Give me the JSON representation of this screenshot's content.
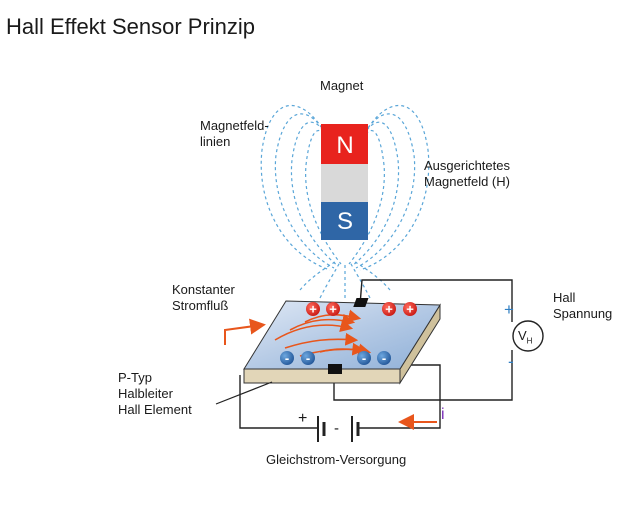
{
  "title": "Hall Effekt Sensor Prinzip",
  "labels": {
    "magnet": "Magnet",
    "feldlinien": [
      "Magnetfeld-",
      "linien"
    ],
    "ausgerichtet": [
      "Ausgerichtetes",
      "Magnetfeld (H)"
    ],
    "konstanter": [
      "Konstanter",
      "Stromfluß"
    ],
    "halbleiter": [
      "P-Typ",
      "Halbleiter",
      "Hall Element"
    ],
    "hall": [
      "Hall",
      "Spannung"
    ],
    "versorgung": "Gleichstrom-Versorgung"
  },
  "magnet_poles": {
    "north": "N",
    "south": "S"
  },
  "voltmeter": {
    "symbol": "V",
    "subscript": "H"
  },
  "signs": {
    "plus": "+",
    "minus": "-"
  },
  "current_symbol": "i",
  "charges": {
    "positive": "+",
    "negative": "-"
  },
  "colors": {
    "north": "#e8231e",
    "middle": "#d9d9d9",
    "south": "#2f66a6",
    "field_lines": "#5aa6d8",
    "arrow": "#e8561c",
    "wire": "#222222",
    "plate_top": "#b9cde6",
    "plate_edge": "#e2d6b8",
    "voltage_sign": "#2f7fc4",
    "current_i": "#7a2fb8"
  }
}
